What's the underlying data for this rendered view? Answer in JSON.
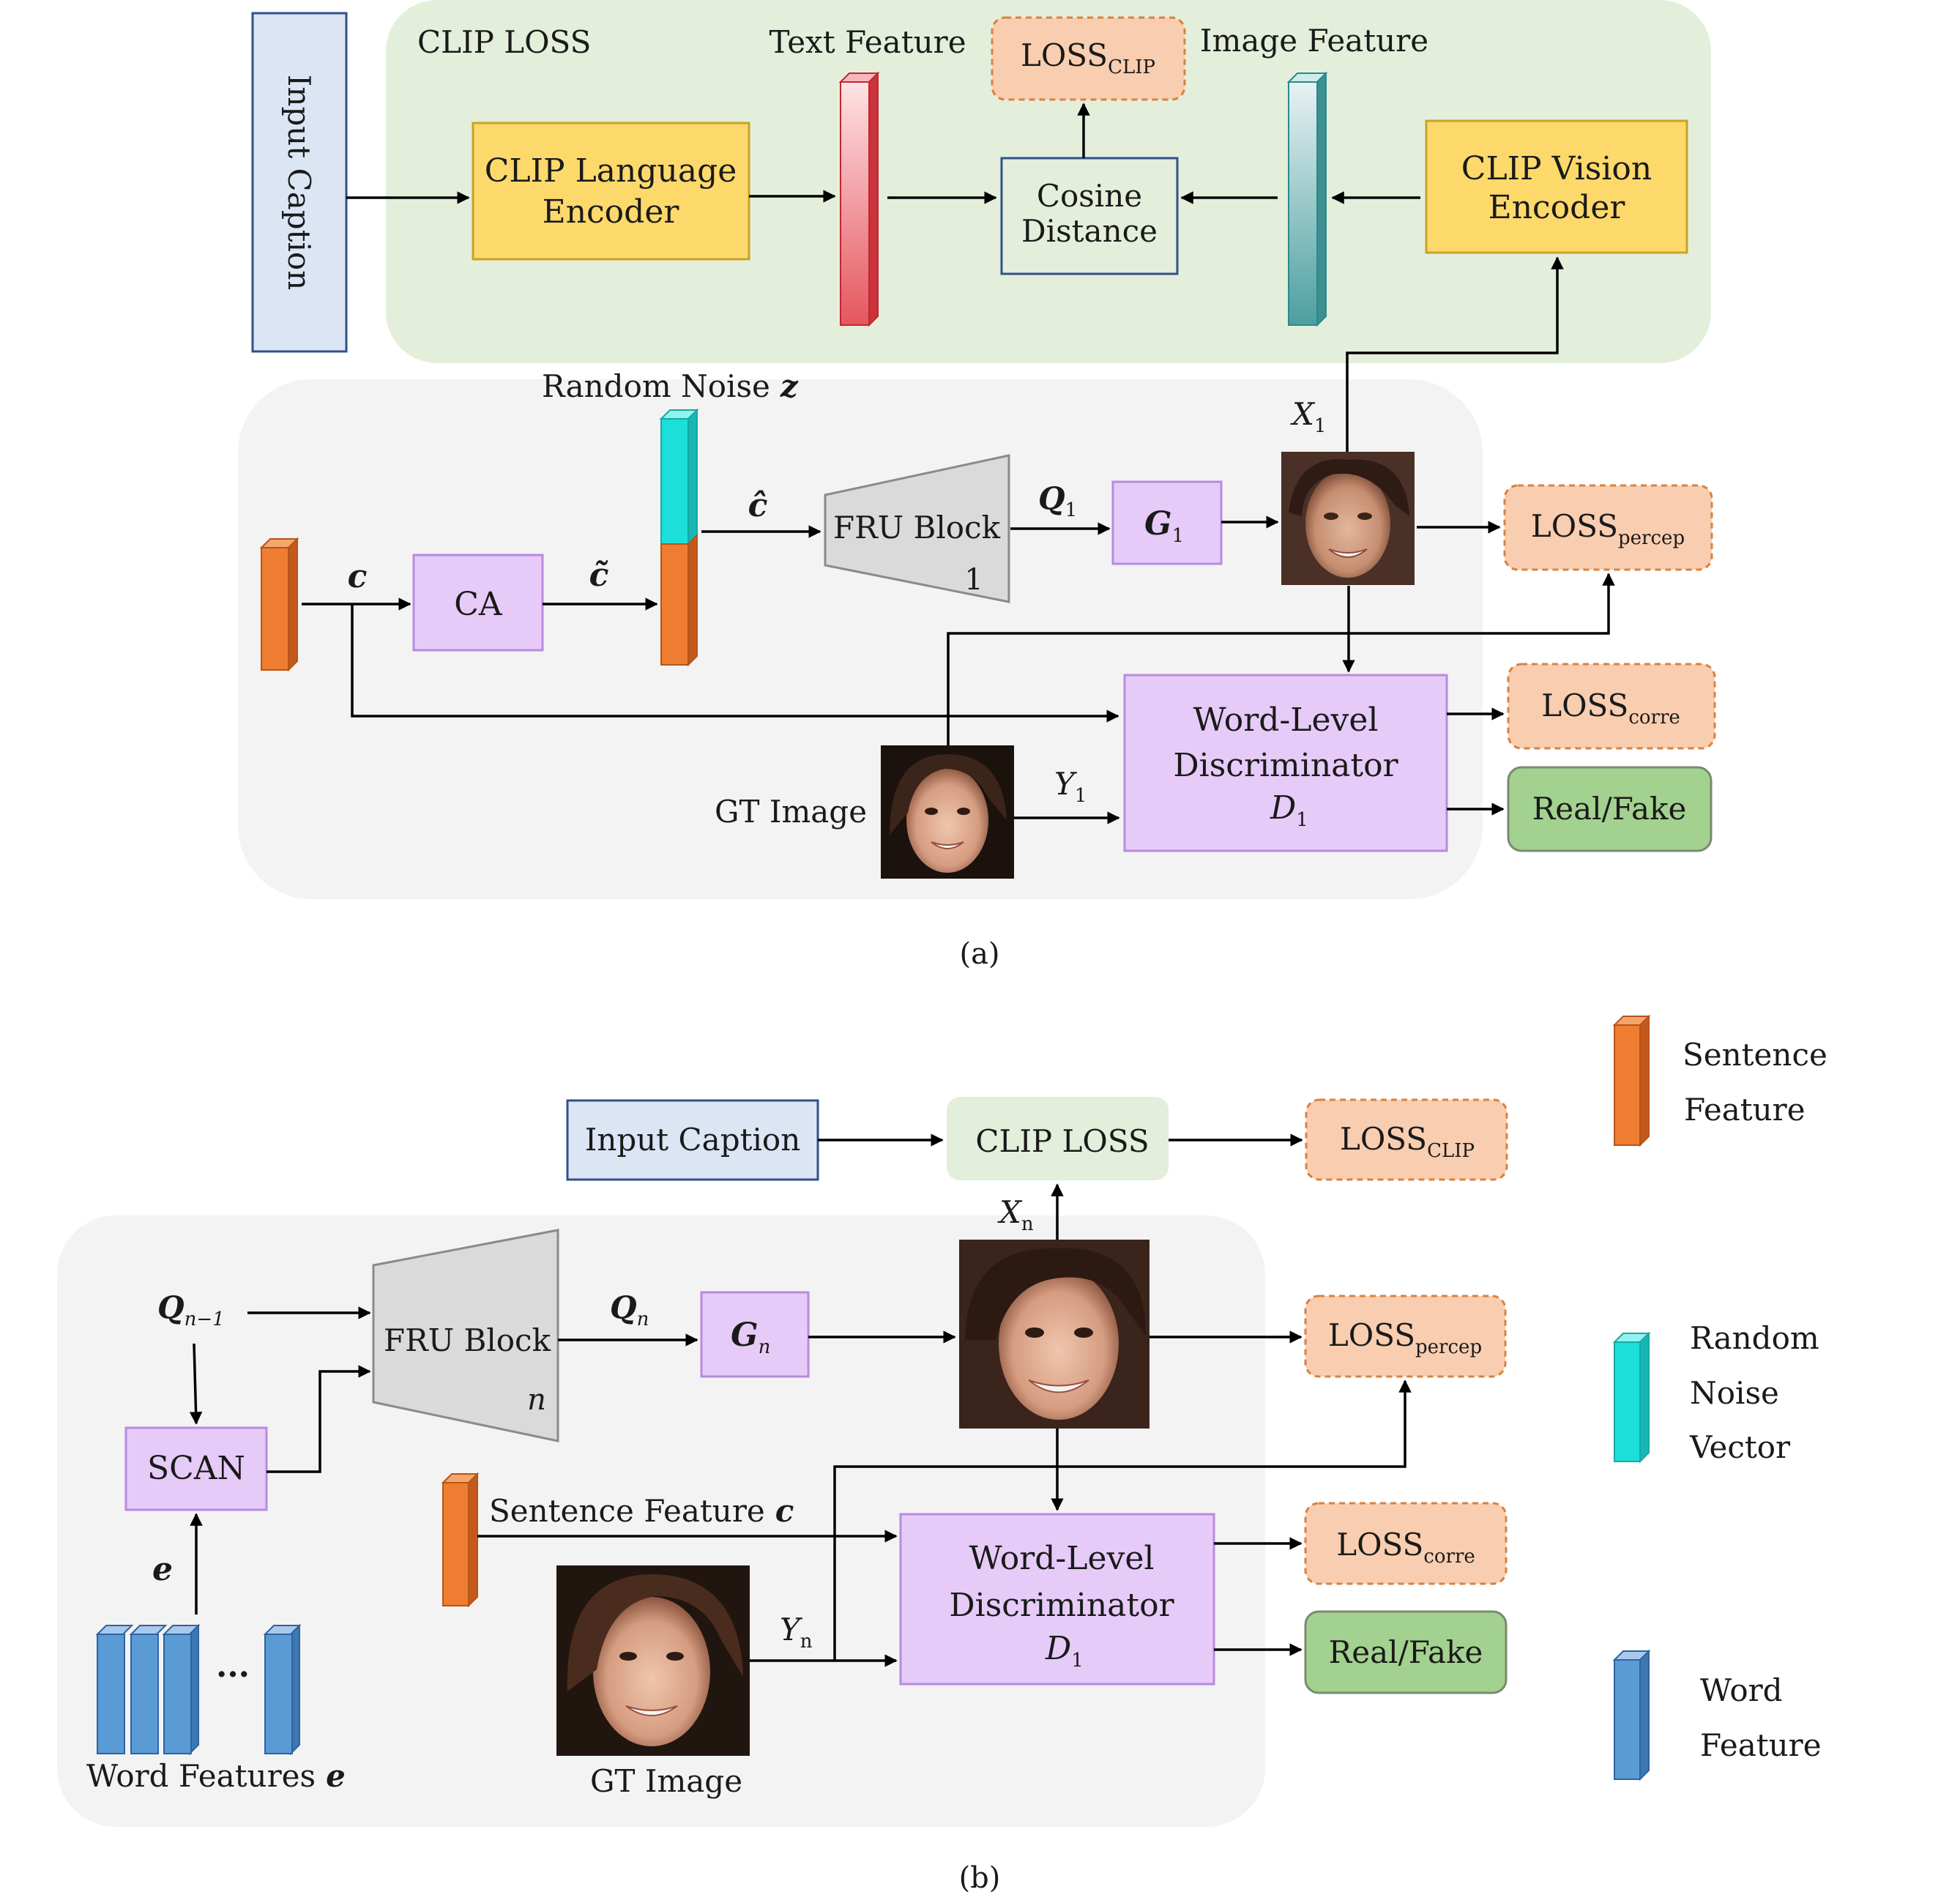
{
  "panel_a": {
    "caption": "(a)",
    "clip_loss_region": {
      "title": "CLIP LOSS",
      "input_caption": "Input Caption",
      "lang_encoder": [
        "CLIP Language",
        "Encoder"
      ],
      "text_feature": "Text Feature",
      "loss_clip": {
        "main": "LOSS",
        "sub": "CLIP"
      },
      "cosine": [
        "Cosine",
        "Distance"
      ],
      "image_feature": "Image Feature",
      "vision_encoder": [
        "CLIP Vision",
        "Encoder"
      ]
    },
    "generator_region": {
      "random_noise": "Random Noise",
      "z": "z",
      "c": "c",
      "ca": "CA",
      "c_tilde": "c̃",
      "c_hat": "ĉ",
      "fru_block": "FRU Block",
      "fru_index": "1",
      "q": {
        "main": "Q",
        "sub": "1"
      },
      "g": {
        "main": "G",
        "sub": "1"
      },
      "x": {
        "main": "X",
        "sub": "1"
      },
      "y": {
        "main": "Y",
        "sub": "1"
      },
      "gt_image": "GT Image",
      "discriminator": {
        "line1": "Word-Level",
        "line2": "Discriminator",
        "d_main": "D",
        "d_sub": "1"
      },
      "loss_percep": {
        "main": "LOSS",
        "sub": "percep"
      },
      "loss_corre": {
        "main": "LOSS",
        "sub": "corre"
      },
      "real_fake": "Real/Fake"
    }
  },
  "panel_b": {
    "caption": "(b)",
    "input_caption": "Input Caption",
    "clip_loss": "CLIP LOSS",
    "loss_clip": {
      "main": "LOSS",
      "sub": "CLIP"
    },
    "x": {
      "main": "X",
      "sub": "n"
    },
    "q_prev": {
      "main": "Q",
      "sub": "n−1"
    },
    "q": {
      "main": "Q",
      "sub": "n"
    },
    "fru_block": "FRU Block",
    "fru_index": "n",
    "g": {
      "main": "G",
      "sub": "n"
    },
    "scan": "SCAN",
    "e": "e",
    "ellipsis": "...",
    "word_features": "Word Features",
    "sentence_feature": "Sentence Feature",
    "c": "c",
    "y": {
      "main": "Y",
      "sub": "n"
    },
    "gt_image": "GT Image",
    "discriminator": {
      "line1": "Word-Level",
      "line2": "Discriminator",
      "d_main": "D",
      "d_sub": "1"
    },
    "loss_percep": {
      "main": "LOSS",
      "sub": "percep"
    },
    "loss_corre": {
      "main": "LOSS",
      "sub": "corre"
    },
    "real_fake": "Real/Fake"
  },
  "legend": {
    "sentence": [
      "Sentence",
      "Feature"
    ],
    "noise": [
      "Random",
      "Noise",
      "Vector"
    ],
    "word": [
      "Word",
      "Feature"
    ]
  },
  "colors": {
    "clip_region_bg": "#e3efdb",
    "gen_region_bg": "#f3f3f3",
    "encoder_fill": "#fdd96b",
    "encoder_stroke": "#c9a227",
    "module_fill": "#e6cbf8",
    "module_stroke": "#b98ae0",
    "loss_fill": "#f9cdb0",
    "loss_stroke": "#d9823e",
    "realfake_fill": "#a3d18f",
    "caption_fill": "#dbe5f4",
    "caption_stroke": "#32508a",
    "sentence_feature": "#ef7d31",
    "noise_vector": "#1ddfd9",
    "word_feature": "#5b9bd5",
    "fru_fill": "#dadada"
  }
}
